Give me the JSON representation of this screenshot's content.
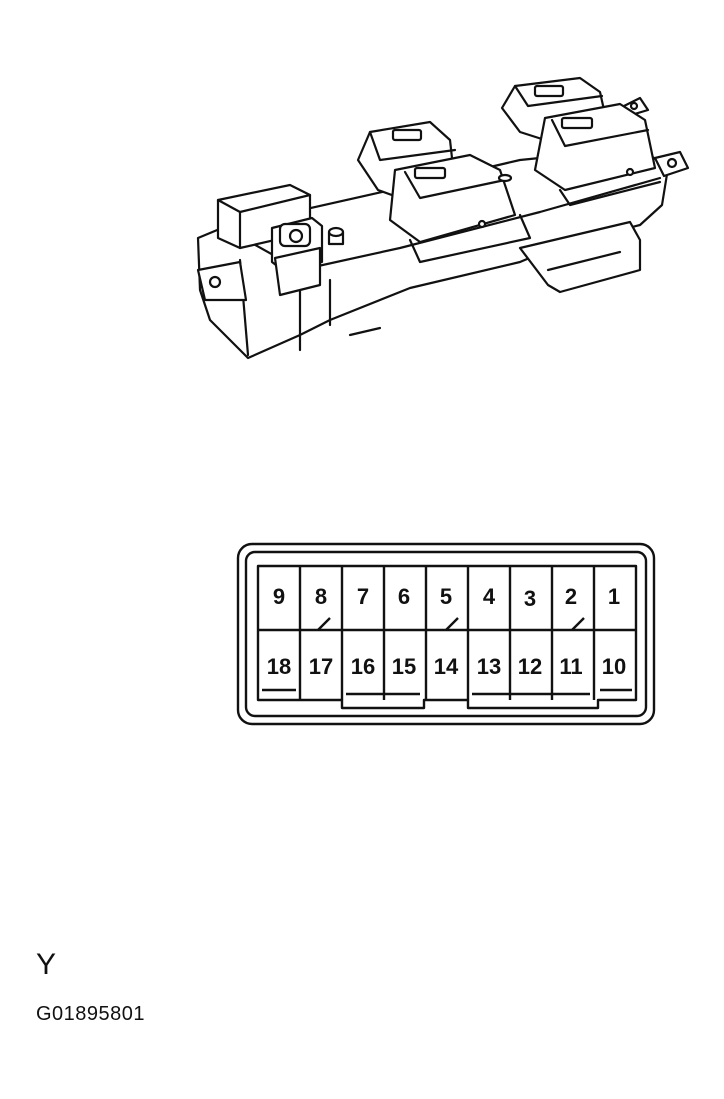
{
  "connector": {
    "top_row": [
      "9",
      "8",
      "7",
      "6",
      "5",
      "4",
      "3",
      "2",
      "1"
    ],
    "bottom_row": [
      "18",
      "17",
      "16",
      "15",
      "14",
      "13",
      "12",
      "11",
      "10"
    ]
  },
  "legend": {
    "letter": "Y",
    "code": "G01895801"
  }
}
